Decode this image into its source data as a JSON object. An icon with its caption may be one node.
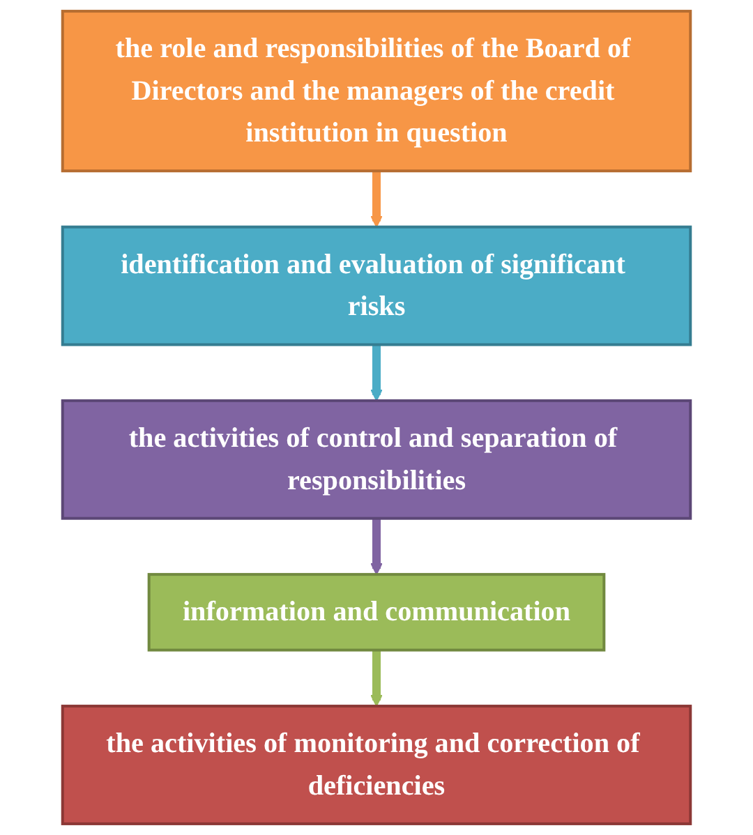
{
  "diagram": {
    "nodes": [
      {
        "text": [
          "the role and responsibilities of the Board of Directors and the managers of the credit institution in question"
        ]
      },
      {
        "text": [
          "identification and evaluation of significant risks"
        ]
      },
      {
        "text": [
          "the activities of control and separation of responsibilities"
        ]
      },
      {
        "text": [
          "information and communication"
        ]
      },
      {
        "text": [
          "the activities of monitoring and correction of deficiencies"
        ]
      }
    ],
    "edges": [
      {
        "from": 0,
        "to": 1,
        "arrow": "to",
        "color": "#f79646"
      },
      {
        "from": 1,
        "to": 2,
        "arrow": "to",
        "color": "#4bacc6"
      },
      {
        "from": 2,
        "to": 3,
        "arrow": "to",
        "color": "#8064a2"
      },
      {
        "from": 3,
        "to": 4,
        "arrow": "to",
        "color": "#9bbb59"
      }
    ]
  }
}
